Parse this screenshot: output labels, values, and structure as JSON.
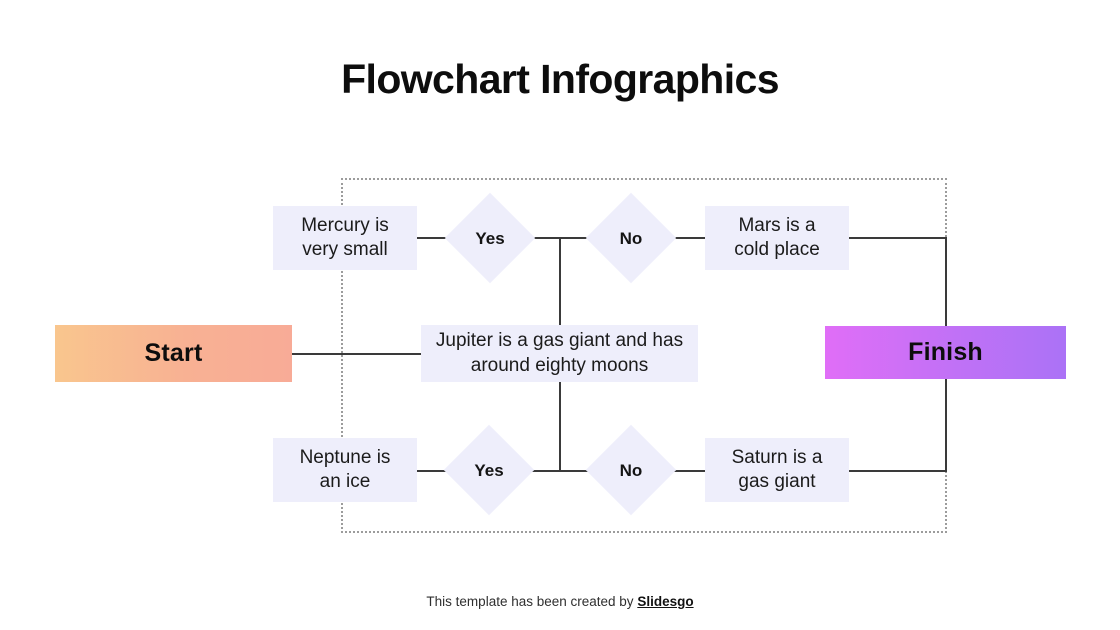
{
  "slide": {
    "title": "Flowchart Infographics",
    "background_color": "#ffffff"
  },
  "colors": {
    "box_fill": "#eeeefb",
    "line": "#3a3a3a",
    "dotted_border": "#9c9c9c",
    "start_gradient_from": "#f9c68e",
    "start_gradient_to": "#f8ab97",
    "finish_gradient_from": "#e06ef7",
    "finish_gradient_to": "#ab72f6",
    "title_color": "#0d0d0d"
  },
  "flowchart": {
    "start": {
      "label": "Start"
    },
    "finish": {
      "label": "Finish"
    },
    "center": {
      "label": "Jupiter is a gas giant and has around eighty moons"
    },
    "top_row": {
      "left_box": {
        "line1": "Mercury is",
        "line2": "very small"
      },
      "decision_yes": {
        "label": "Yes"
      },
      "decision_no": {
        "label": "No"
      },
      "right_box": {
        "line1": "Mars is a",
        "line2": "cold place"
      }
    },
    "bottom_row": {
      "left_box": {
        "line1": "Neptune is",
        "line2": "an ice"
      },
      "decision_yes": {
        "label": "Yes"
      },
      "decision_no": {
        "label": "No"
      },
      "right_box": {
        "line1": "Saturn is a",
        "line2": "gas giant"
      }
    }
  },
  "footer": {
    "text": "This template has been created by",
    "brand": "Slidesgo"
  }
}
